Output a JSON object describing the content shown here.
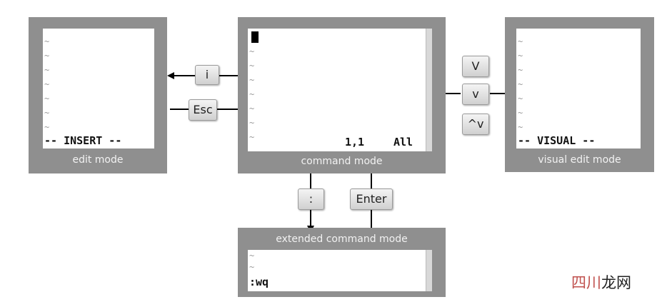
{
  "edit_mode": {
    "caption": "edit mode",
    "status": "-- INSERT --",
    "tildes": [
      "~",
      "~",
      "~",
      "~",
      "~",
      "~",
      "~"
    ]
  },
  "command_mode": {
    "caption": "command mode",
    "position": "1,1",
    "scope": "All",
    "tildes": [
      "~",
      "~",
      "~",
      "~",
      "~",
      "~",
      "~"
    ]
  },
  "visual_mode": {
    "caption": "visual edit mode",
    "status": "-- VISUAL --",
    "tildes": [
      "~",
      "~",
      "~",
      "~",
      "~",
      "~",
      "~"
    ]
  },
  "extended_mode": {
    "caption": "extended command mode",
    "command": ":wq",
    "tildes": [
      "~",
      "~"
    ]
  },
  "keys": {
    "i": "i",
    "esc": "Esc",
    "V": "V",
    "v": "v",
    "ctrl_v": "^v",
    "colon": ":",
    "enter": "Enter"
  },
  "watermark": {
    "text_part1": "四川",
    "text_part2": "龙网",
    "color1": "#c0504d",
    "color2": "#222222"
  },
  "colors": {
    "panel": "#8f8f8f",
    "screen": "#ffffff",
    "arrow": "#000000"
  }
}
